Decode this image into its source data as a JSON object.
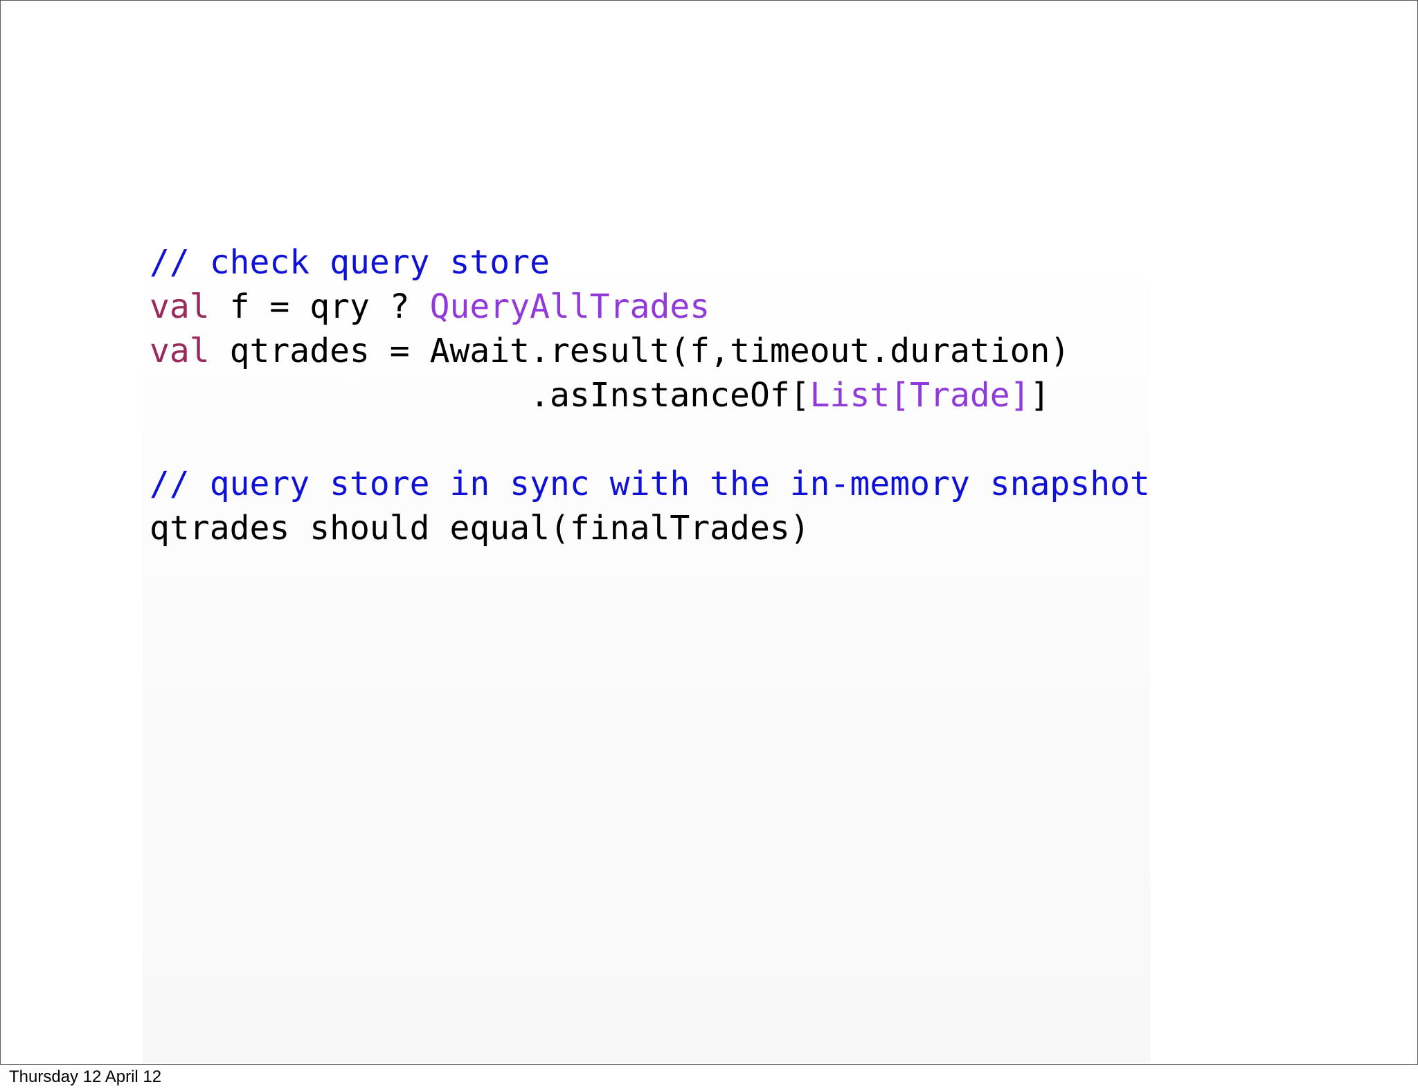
{
  "slide": {
    "footer_date": "Thursday 12 April 12",
    "code": {
      "line1": {
        "comment": "// check query store"
      },
      "line2": {
        "keyword": "val",
        "text": " f = qry ? ",
        "type": "QueryAllTrades"
      },
      "line3": {
        "keyword": "val",
        "text": " qtrades = Await.result(f,timeout.duration)"
      },
      "line4": {
        "text_before": "                   .asInstanceOf[",
        "type": "List[Trade]",
        "text_after": "]"
      },
      "line5": {
        "text": ""
      },
      "line6": {
        "comment": "// query store in sync with the in-memory snapshot"
      },
      "line7": {
        "text": "qtrades should equal(finalTrades)"
      }
    },
    "colors": {
      "comment": "#0f12d6",
      "keyword": "#9b2a5c",
      "type": "#8f3ad9",
      "plain": "#000000",
      "border": "#5a5a5a"
    }
  }
}
